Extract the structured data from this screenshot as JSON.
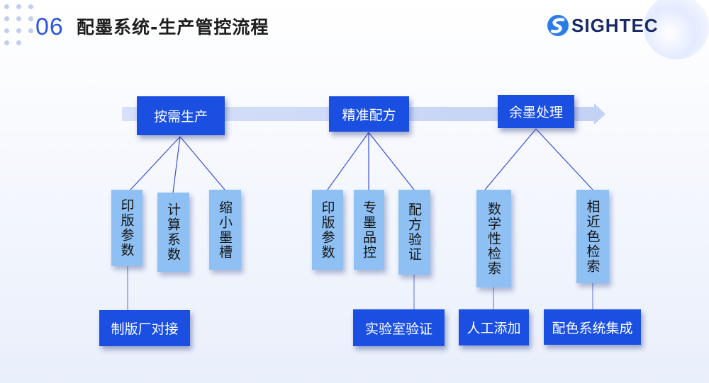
{
  "header": {
    "number": "06",
    "title": "配墨系统-生产管控流程"
  },
  "logo": {
    "text": "SIGHTEC"
  },
  "flow": {
    "stages": [
      {
        "label": "按需生产",
        "subitems": [
          "印版参数",
          "计算系数",
          "缩小墨槽"
        ],
        "outcomes": [
          "制版厂对接"
        ]
      },
      {
        "label": "精准配方",
        "subitems": [
          "印版参数",
          "专墨品控",
          "配方验证"
        ],
        "outcomes": [
          "实验室验证"
        ]
      },
      {
        "label": "余墨处理",
        "subitems": [
          "数学性检索",
          "相近色检索"
        ],
        "outcomes": [
          "人工添加",
          "配色系统集成"
        ]
      }
    ]
  },
  "colors": {
    "accent": "#2a56e0",
    "primary_box": "#1a4fe2",
    "secondary_box": "#8ec0f4",
    "connector": "#3a4fd6",
    "arrow": "#c9d6f6"
  }
}
